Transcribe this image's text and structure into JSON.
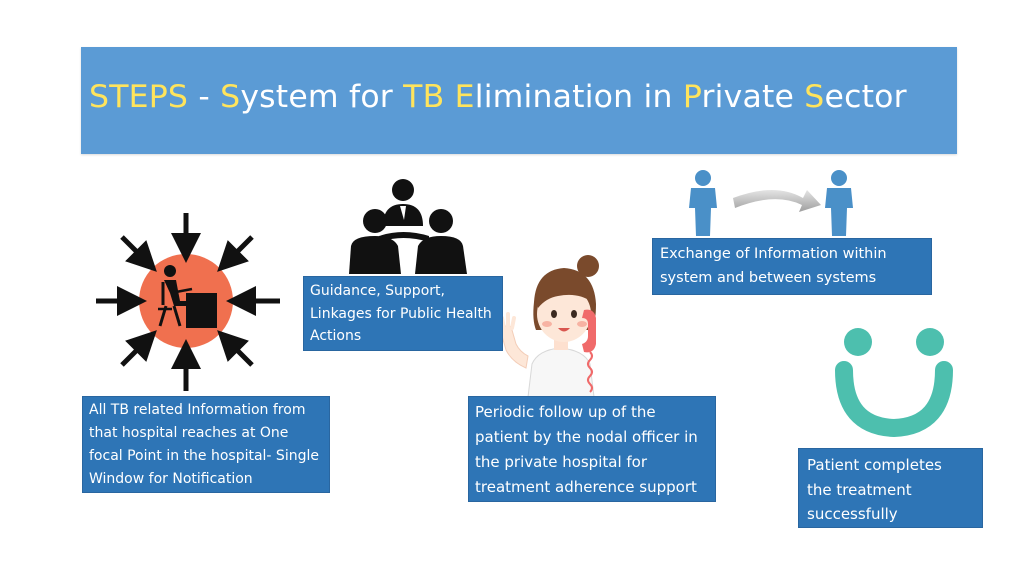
{
  "title": {
    "segments": [
      {
        "text": "STEPS",
        "highlight": true
      },
      {
        "text": " - ",
        "highlight": false
      },
      {
        "text": "S",
        "highlight": true
      },
      {
        "text": "ystem for ",
        "highlight": false
      },
      {
        "text": "TB",
        "highlight": true
      },
      {
        "text": " ",
        "highlight": false
      },
      {
        "text": "E",
        "highlight": true
      },
      {
        "text": "limination in ",
        "highlight": false
      },
      {
        "text": "P",
        "highlight": true
      },
      {
        "text": "rivate ",
        "highlight": false
      },
      {
        "text": "S",
        "highlight": true
      },
      {
        "text": "ector",
        "highlight": false
      }
    ]
  },
  "boxes": {
    "guidance": {
      "lines": [
        "Guidance, Support,",
        "Linkages for Public Health",
        "Actions"
      ]
    },
    "exchange": {
      "lines": [
        "Exchange of Information within",
        "system and between systems"
      ]
    },
    "single_window": {
      "lines": [
        "All TB related Information from",
        "that hospital reaches at One",
        "focal Point in the hospital- Single",
        "Window for Notification"
      ]
    },
    "followup": {
      "lines": [
        "Periodic follow up of the",
        "patient by the nodal officer in",
        "the private hospital  for",
        "treatment adherence support"
      ]
    },
    "completes": {
      "lines": [
        "Patient completes",
        "the treatment",
        "successfully"
      ]
    }
  },
  "icons": {
    "single_window": "desk-worker-with-inward-arrows-icon",
    "guidance": "meeting-group-icon",
    "exchange": "two-people-exchange-arrow-icon",
    "followup": "nurse-on-phone-illustration",
    "completes": "smiley-face-icon"
  },
  "colors": {
    "banner": "#5b9bd5",
    "title_text": "#ffffff",
    "title_highlight": "#ffe45c",
    "box": "#2e75b6",
    "box_text": "#ffffff",
    "focal_circle": "#f0704f",
    "person_icon": "#4a90c8",
    "smiley": "#4dbfae"
  }
}
